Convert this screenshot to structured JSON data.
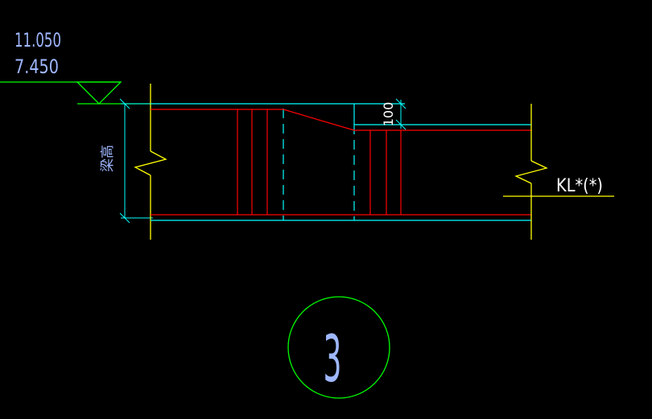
{
  "elevation": {
    "upper": "11.050",
    "lower": "7.450"
  },
  "dimension": {
    "offset": "100"
  },
  "beam": {
    "height_label": "梁高",
    "label": "KL*(*)"
  },
  "detail": {
    "number": "3"
  },
  "colors": {
    "background": "#000000",
    "cyan": "#00ffff",
    "yellow": "#ffff00",
    "red": "#ff0000",
    "green": "#00ff00",
    "text": "#9fb7ff",
    "label": "#ffffff"
  }
}
